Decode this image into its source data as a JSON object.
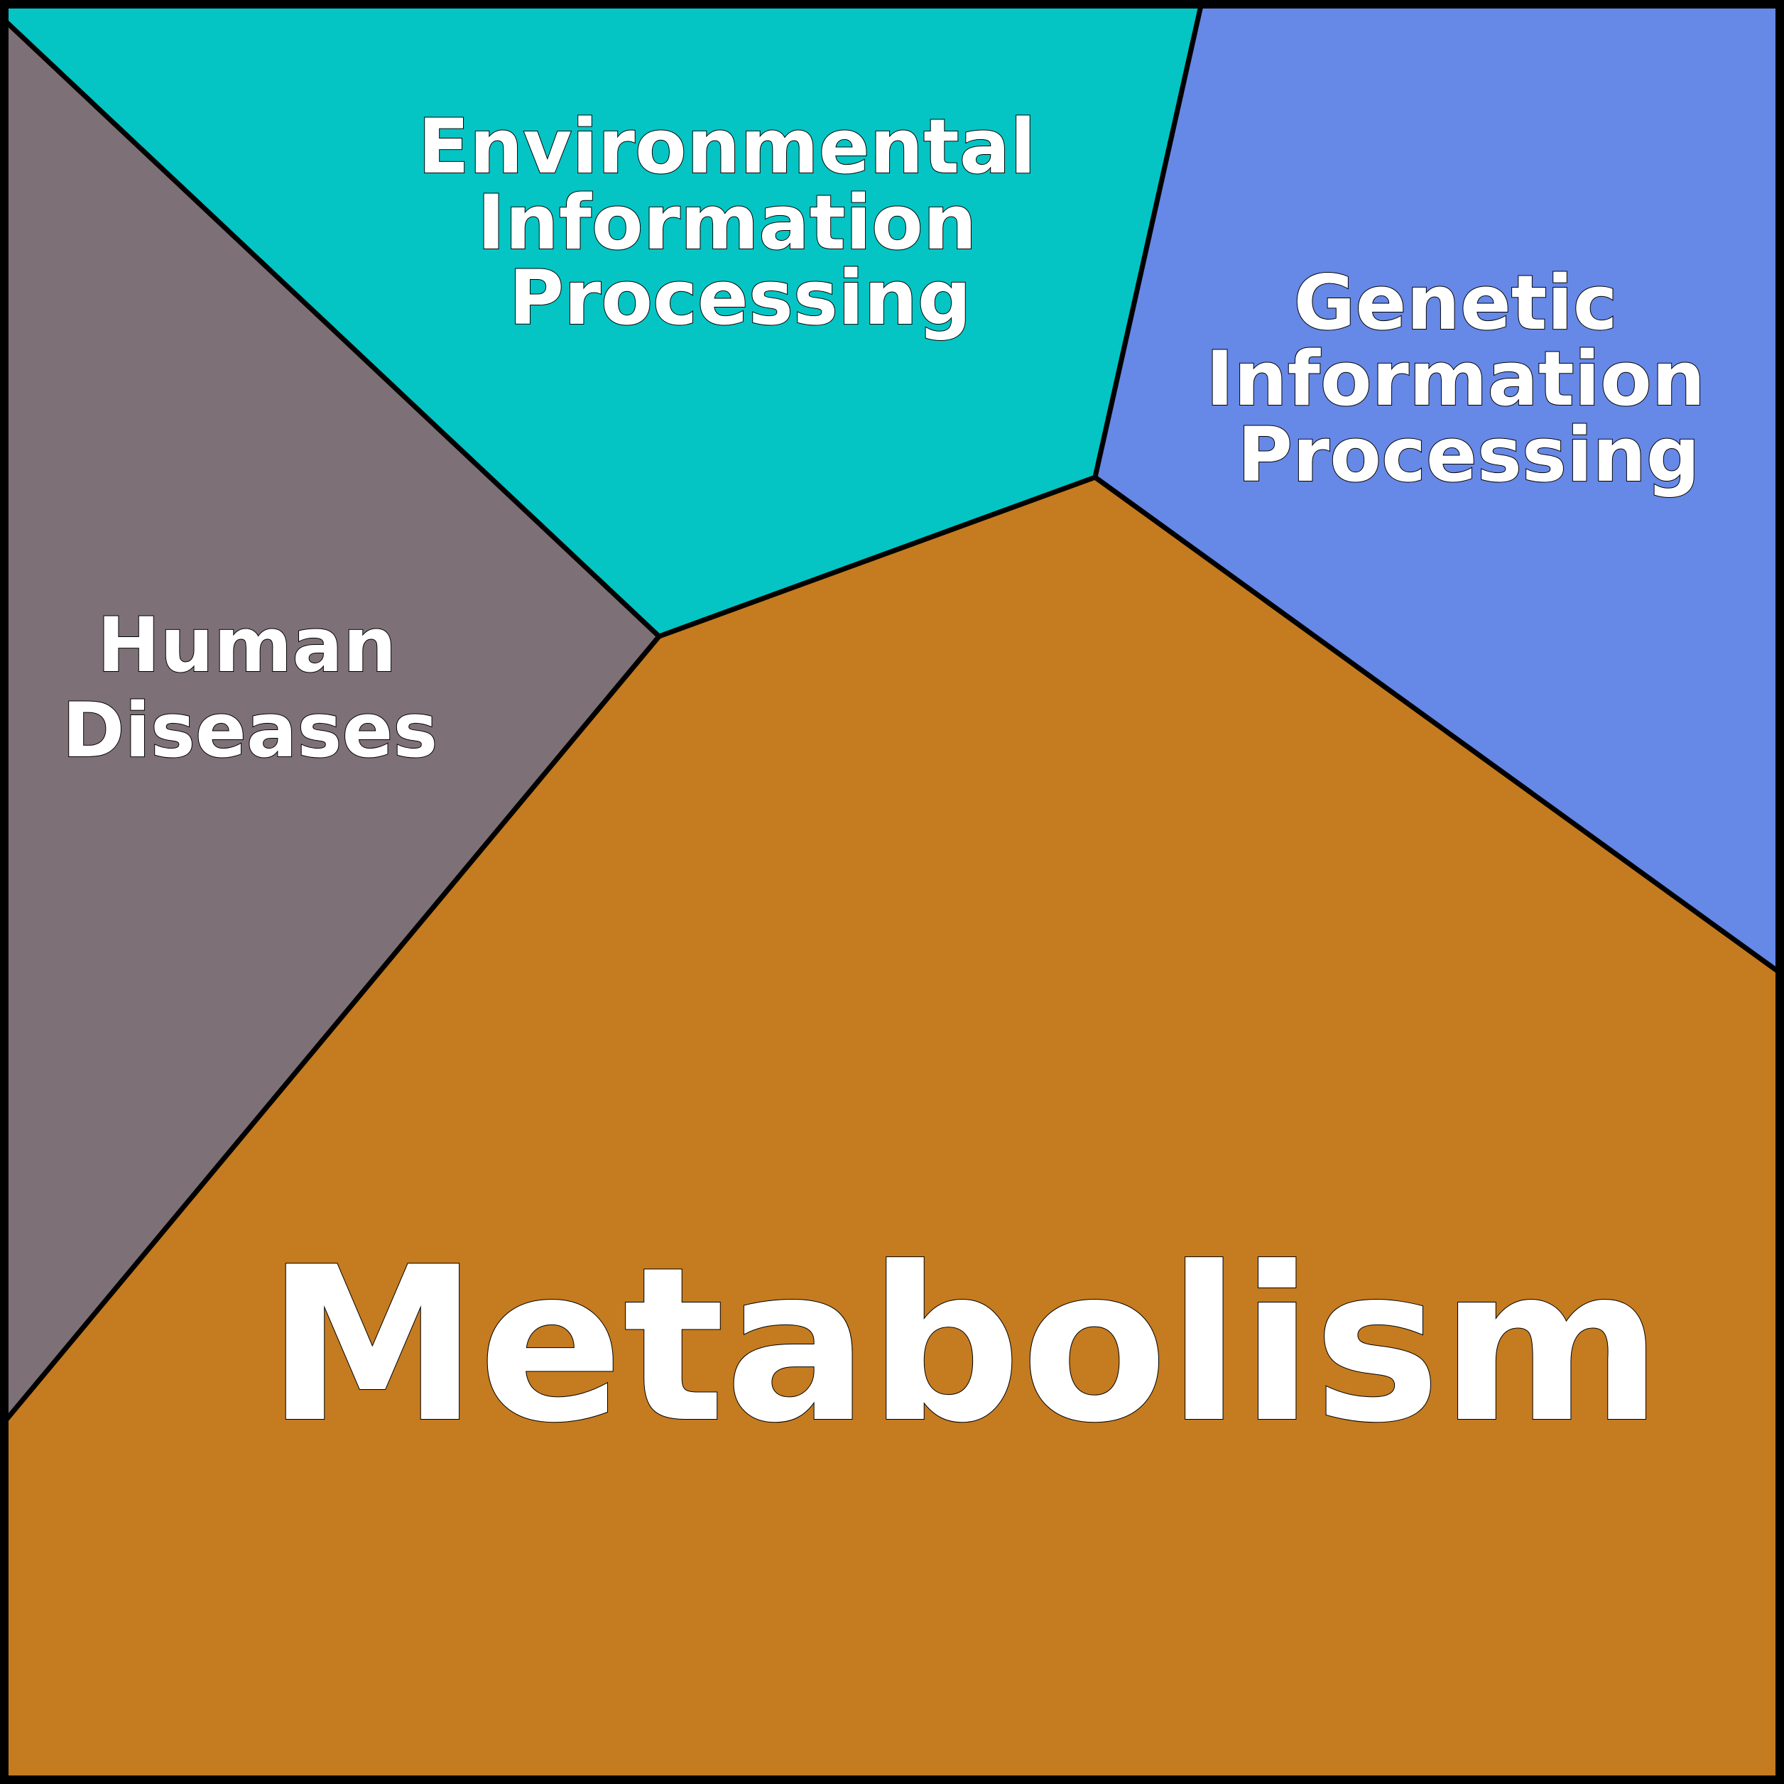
{
  "colors": {
    "environmental": "#05c4c4",
    "genetic": "#6688e6",
    "human_diseases": "#7e7077",
    "metabolism": "#c57b20",
    "outline": "#000000",
    "label": "#ffffff"
  },
  "regions": {
    "environmental": {
      "lines": [
        "Environmental",
        "Information",
        "Processing"
      ]
    },
    "genetic": {
      "lines": [
        "Genetic",
        "Information",
        "Processing"
      ]
    },
    "human_diseases": {
      "lines": [
        "Human",
        "Diseases"
      ]
    },
    "metabolism": {
      "lines": [
        "Metabolism"
      ]
    }
  }
}
